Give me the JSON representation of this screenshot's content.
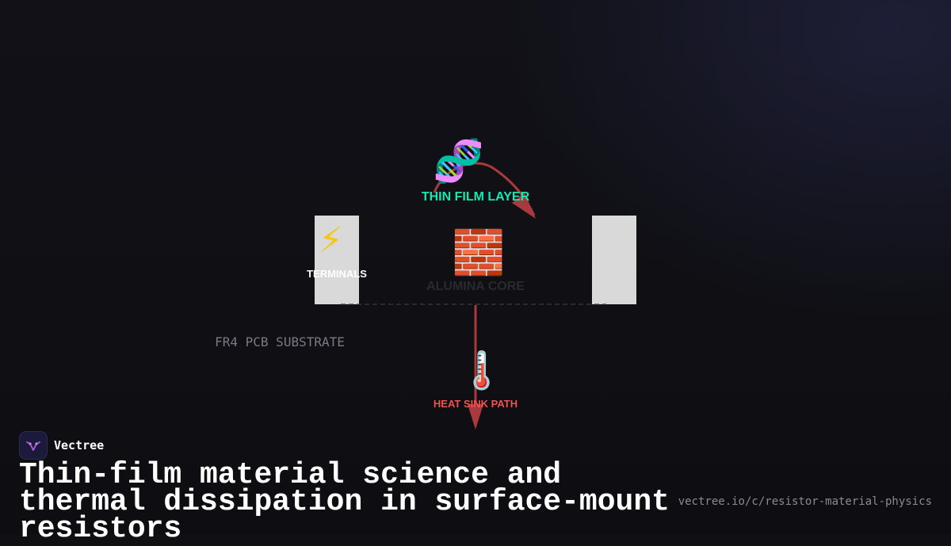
{
  "diagram": {
    "labels": {
      "thin_film": "THIN FILM LAYER",
      "terminals": "TERMINALS",
      "alumina": "ALUMINA CORE",
      "substrate": "FR4 PCB SUBSTRATE",
      "heat": "HEAT SINK PATH"
    },
    "icons": {
      "thin_film": "🧬",
      "terminals": "⚡",
      "alumina": "🧱",
      "heat": "🌡️"
    },
    "colors": {
      "thin_film": "#19e6b0",
      "terminals": "#ffffff",
      "alumina": "#2a2a2e",
      "substrate": "#7a7a82",
      "heat": "#ef5350",
      "arrow": "#a83a3e",
      "terminal_block": "#d9d9d9"
    }
  },
  "footer": {
    "brand": "Vectree",
    "title": "Thin-film material science and thermal dissipation in surface-mount resistors",
    "url": "vectree.io/c/resistor-material-physics"
  }
}
